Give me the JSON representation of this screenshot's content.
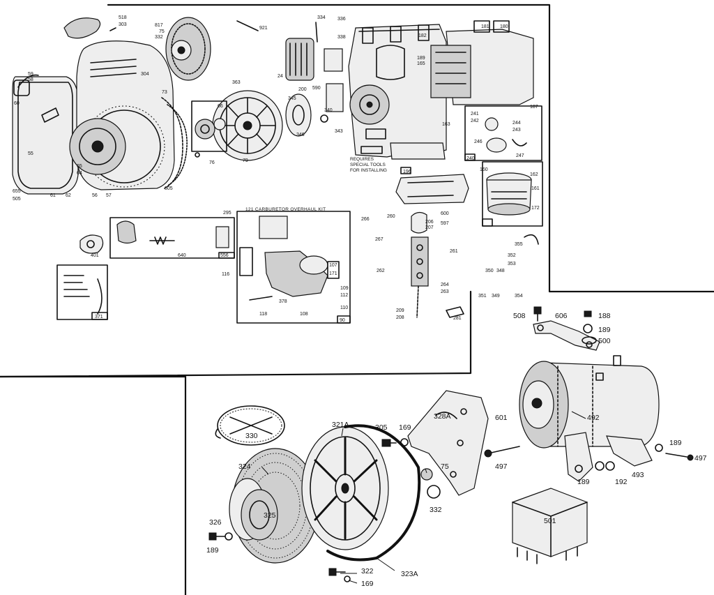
{
  "upper_labels": {
    "l518": "518",
    "l303": "303",
    "l817": "817",
    "l75a": "75",
    "l332a": "332",
    "l921": "921",
    "l334": "334",
    "l336": "336",
    "l338": "338",
    "l182": "182",
    "l181": "181",
    "l180": "180",
    "l59": "59",
    "l58": "58",
    "l60": "60",
    "l304": "304",
    "l73": "73",
    "l24": "24",
    "l363": "363",
    "l200": "200",
    "l189": "189",
    "l165": "165",
    "l55": "55",
    "l65": "65",
    "l64": "64",
    "l56": "56",
    "l57": "57",
    "l61": "61",
    "l62": "62",
    "l655": "655",
    "l505": "505",
    "l305a": "305",
    "l76": "76",
    "l79": "79",
    "l66": "66",
    "l345": "345",
    "l346": "346",
    "l340": "340",
    "l343": "343",
    "l590": "590",
    "l187": "187",
    "l241": "241",
    "l242": "242",
    "l244": "244",
    "l243": "243",
    "l246": "246",
    "l247": "247",
    "l240": "240",
    "l163": "163",
    "l160": "160",
    "l162": "162",
    "l161": "161",
    "l172": "172",
    "l196": "196",
    "l600": "600",
    "l597": "597",
    "l206": "206",
    "l207": "207",
    "l260": "260",
    "l266": "266",
    "l295": "295",
    "l401": "401",
    "l640": "640",
    "l116": "116",
    "l556": "556",
    "l90": "90",
    "l107": "107",
    "l171": "171",
    "l109": "109",
    "l112": "112",
    "l110": "110",
    "l108": "108",
    "l118": "118",
    "l378": "378",
    "l371": "371",
    "l267": "267",
    "l261": "261",
    "l262": "262",
    "l264": "264",
    "l263": "263",
    "l209": "209",
    "l208": "208",
    "l281": "281",
    "l350": "350",
    "l348": "348",
    "l352": "352",
    "l353": "353",
    "l354": "354",
    "l355": "355",
    "l351": "351",
    "l349": "349"
  },
  "upper_notes": {
    "special_tools": [
      "REQUIRES",
      "SPECIAL TOOLS",
      "FOR INSTALLING"
    ],
    "carb_kit": "121 CARBURETOR OVERHAUL KIT"
  },
  "lower_labels": {
    "l508": "508",
    "l606": "606",
    "l188": "188",
    "l189a": "189",
    "l500": "500",
    "l330": "330",
    "l321a": "321A",
    "l305": "305",
    "l169a": "169",
    "l328a": "328A",
    "l601": "601",
    "l492": "492",
    "l189b": "189",
    "l497a": "497",
    "l497b": "497",
    "l324": "324",
    "l75": "75",
    "l332": "332",
    "l189c": "189",
    "l192": "192",
    "l493": "493",
    "l325": "325",
    "l326": "326",
    "l189d": "189",
    "l501": "501",
    "l322": "322",
    "l323a": "323A",
    "l169b": "169"
  }
}
